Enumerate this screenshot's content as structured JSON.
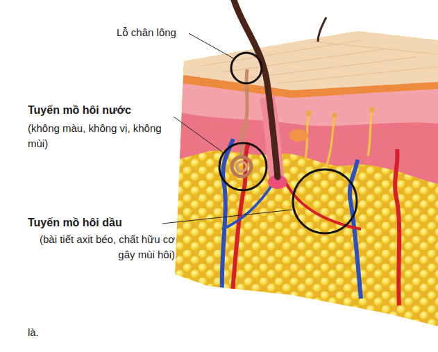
{
  "diagram": {
    "labels": [
      "Lỗ chân lông",
      "Tuyến mồ hôi nước",
      "(không màu, không vị, không mùi)",
      "Tuyến mồ hôi dầu",
      "(bài tiết axit béo, chất hữu cơ gây mùi hôi)",
      "là."
    ]
  }
}
